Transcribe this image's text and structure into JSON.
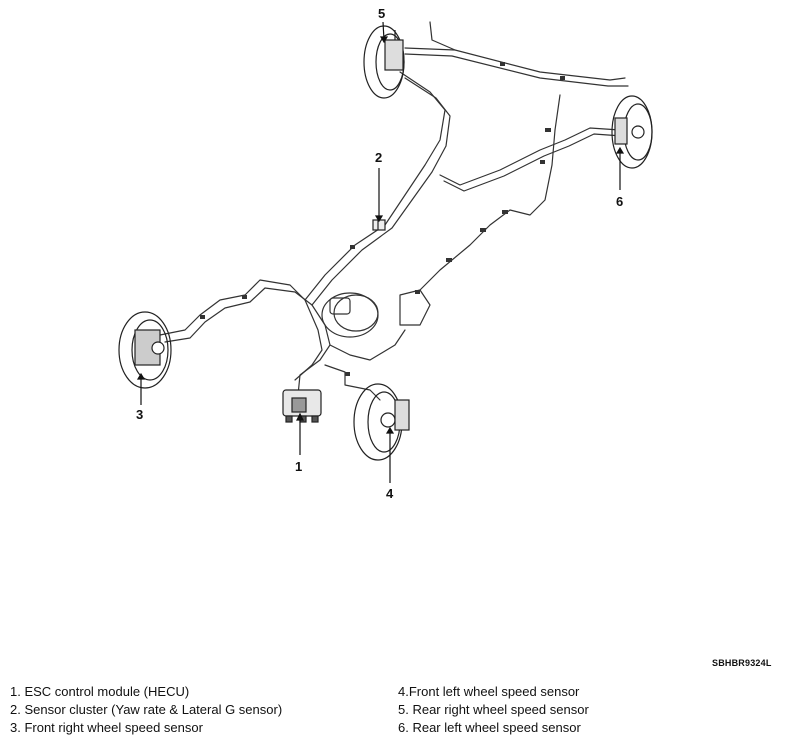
{
  "callouts": [
    "1",
    "2",
    "3",
    "4",
    "5",
    "6"
  ],
  "figure_code": "SBHBR9324L",
  "legend": {
    "left": [
      "1. ESC control module (HECU)",
      "2. Sensor cluster (Yaw rate & Lateral G sensor)",
      "3. Front right wheel speed sensor"
    ],
    "right": [
      "4.Front left wheel speed sensor",
      "5. Rear right wheel speed sensor",
      "6. Rear left wheel speed sensor"
    ]
  }
}
